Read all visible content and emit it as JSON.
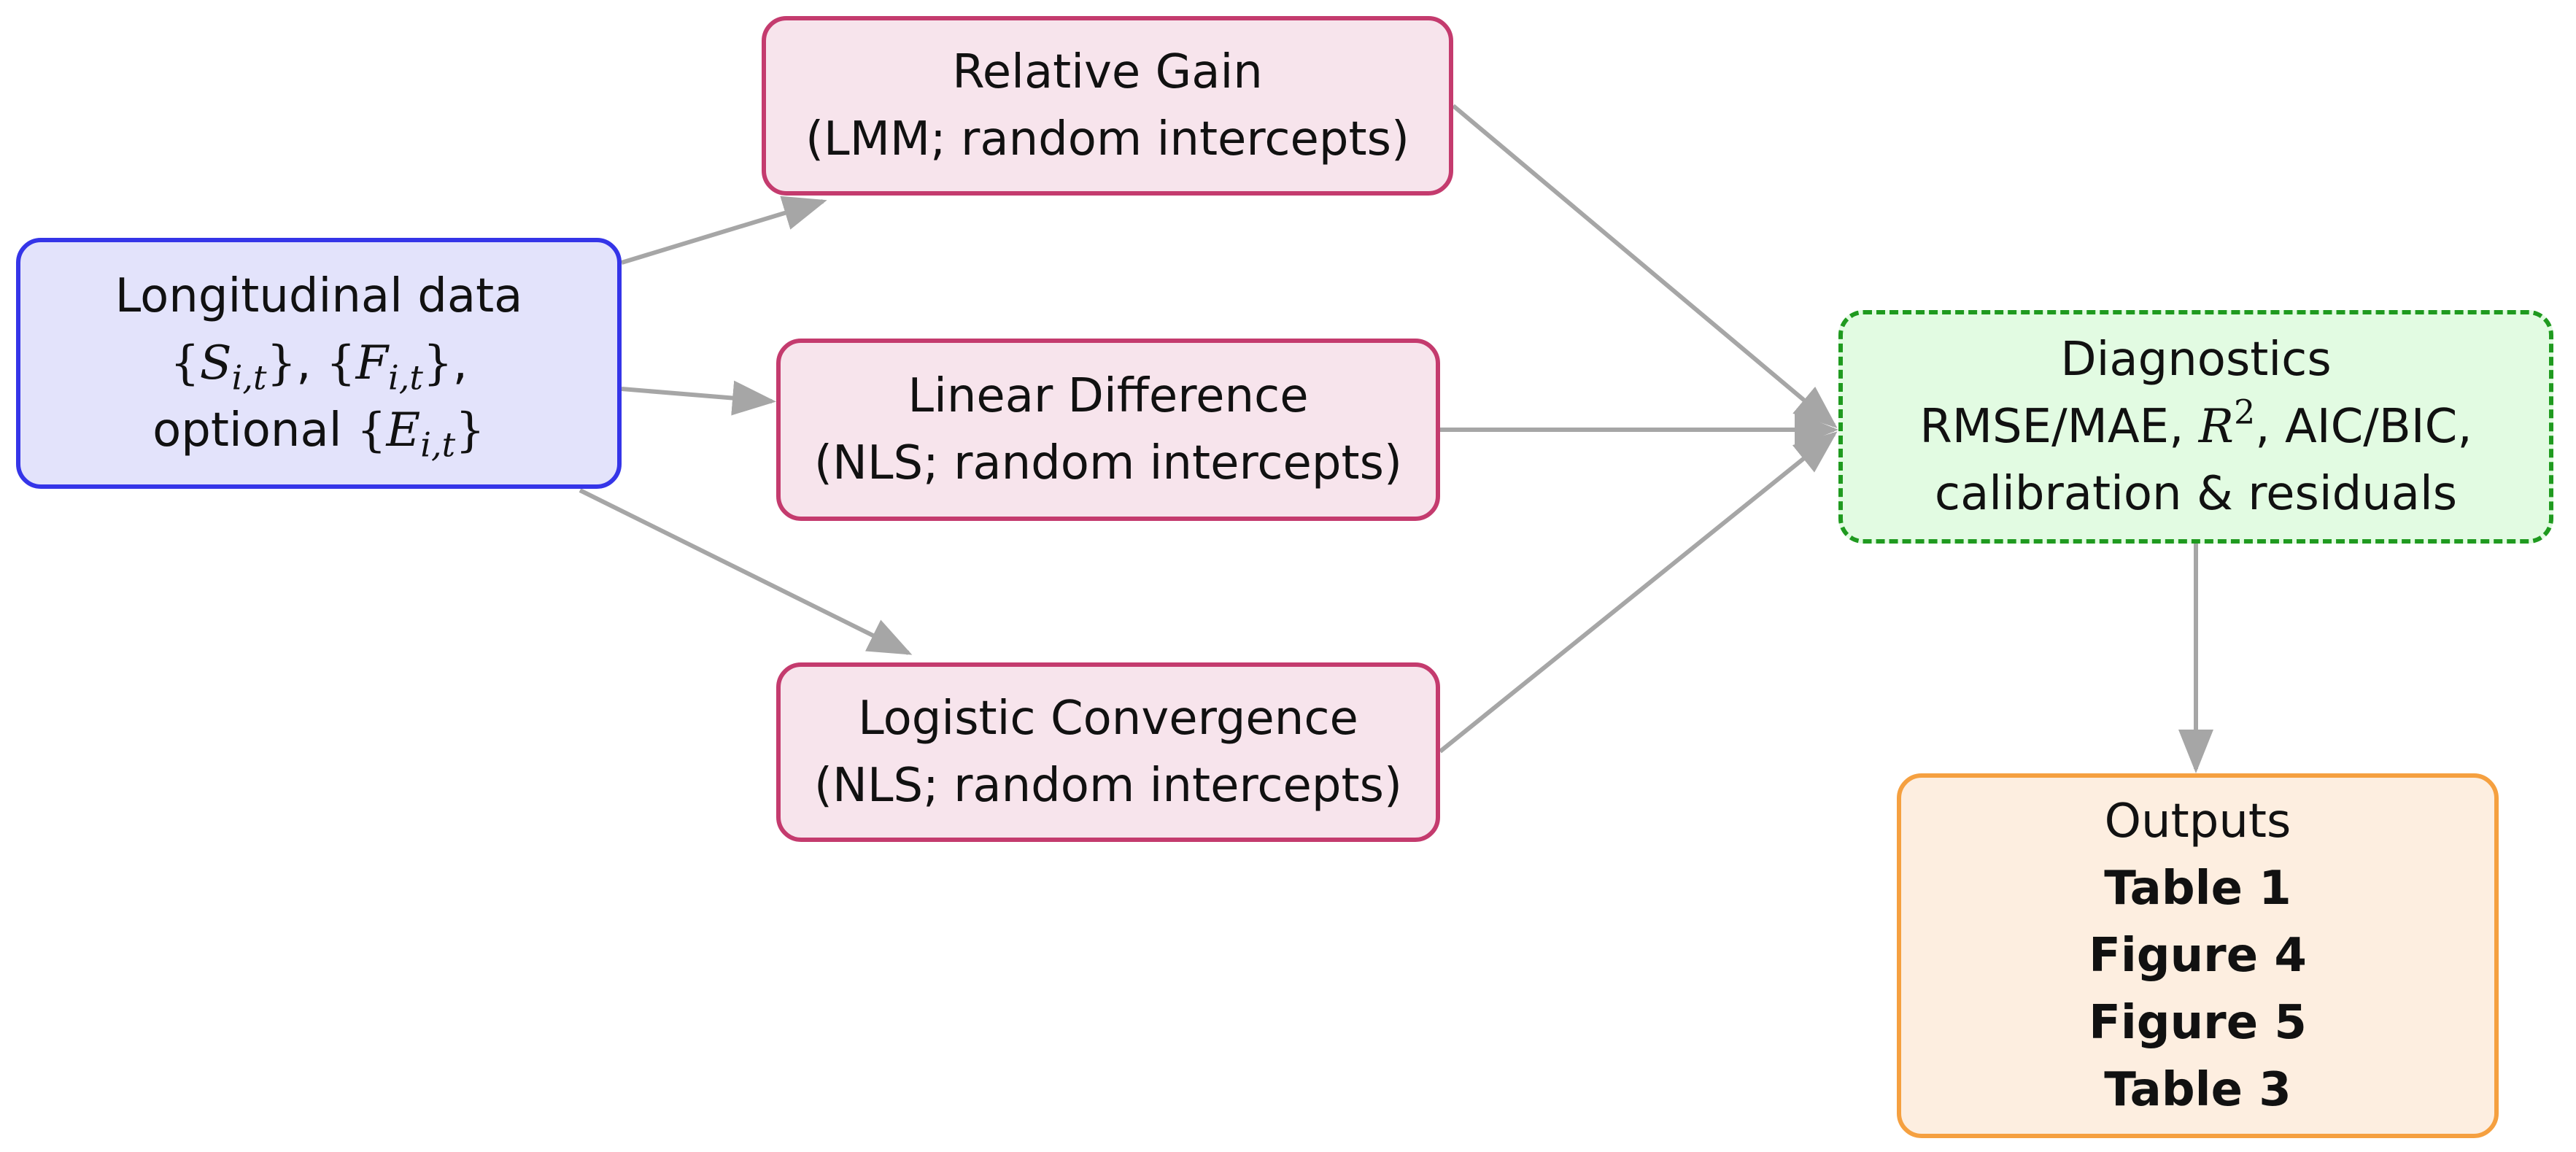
{
  "diagram": {
    "type": "flowchart",
    "nodes": {
      "input": {
        "title": "Longitudinal data",
        "series_sym": [
          "S",
          "F",
          "E"
        ],
        "series_sub": "i,t",
        "optional_label": "optional",
        "separator": ","
      },
      "relative_gain": {
        "title": "Relative Gain",
        "subtitle": "(LMM; random intercepts)"
      },
      "linear_difference": {
        "title": "Linear Difference",
        "subtitle": "(NLS; random intercepts)"
      },
      "logistic_convergence": {
        "title": "Logistic Convergence",
        "subtitle": "(NLS; random intercepts)"
      },
      "diagnostics": {
        "title": "Diagnostics",
        "metrics_prefix": "RMSE/MAE, ",
        "r_symbol": "R",
        "r_power": "2",
        "metrics_suffix": ", AIC/BIC,",
        "line3": "calibration & residuals"
      },
      "outputs": {
        "title": "Outputs",
        "items": [
          "Table 1",
          "Figure 4",
          "Figure 5",
          "Table 3"
        ]
      }
    },
    "edges": [
      {
        "from": "input",
        "to": "relative_gain"
      },
      {
        "from": "input",
        "to": "linear_difference"
      },
      {
        "from": "input",
        "to": "logistic_convergence"
      },
      {
        "from": "relative_gain",
        "to": "diagnostics"
      },
      {
        "from": "linear_difference",
        "to": "diagnostics"
      },
      {
        "from": "logistic_convergence",
        "to": "diagnostics"
      },
      {
        "from": "diagnostics",
        "to": "outputs"
      }
    ],
    "colors": {
      "input_fill": "#e3e3fb",
      "input_border": "#3535e8",
      "model_fill": "#f7e4ec",
      "model_border": "#c43b6e",
      "diagnostics_fill": "#e2fbe2",
      "diagnostics_border": "#1f9a1f",
      "outputs_fill": "#fdeee0",
      "outputs_border": "#f5a040",
      "arrow": "#a6a6a6"
    }
  }
}
